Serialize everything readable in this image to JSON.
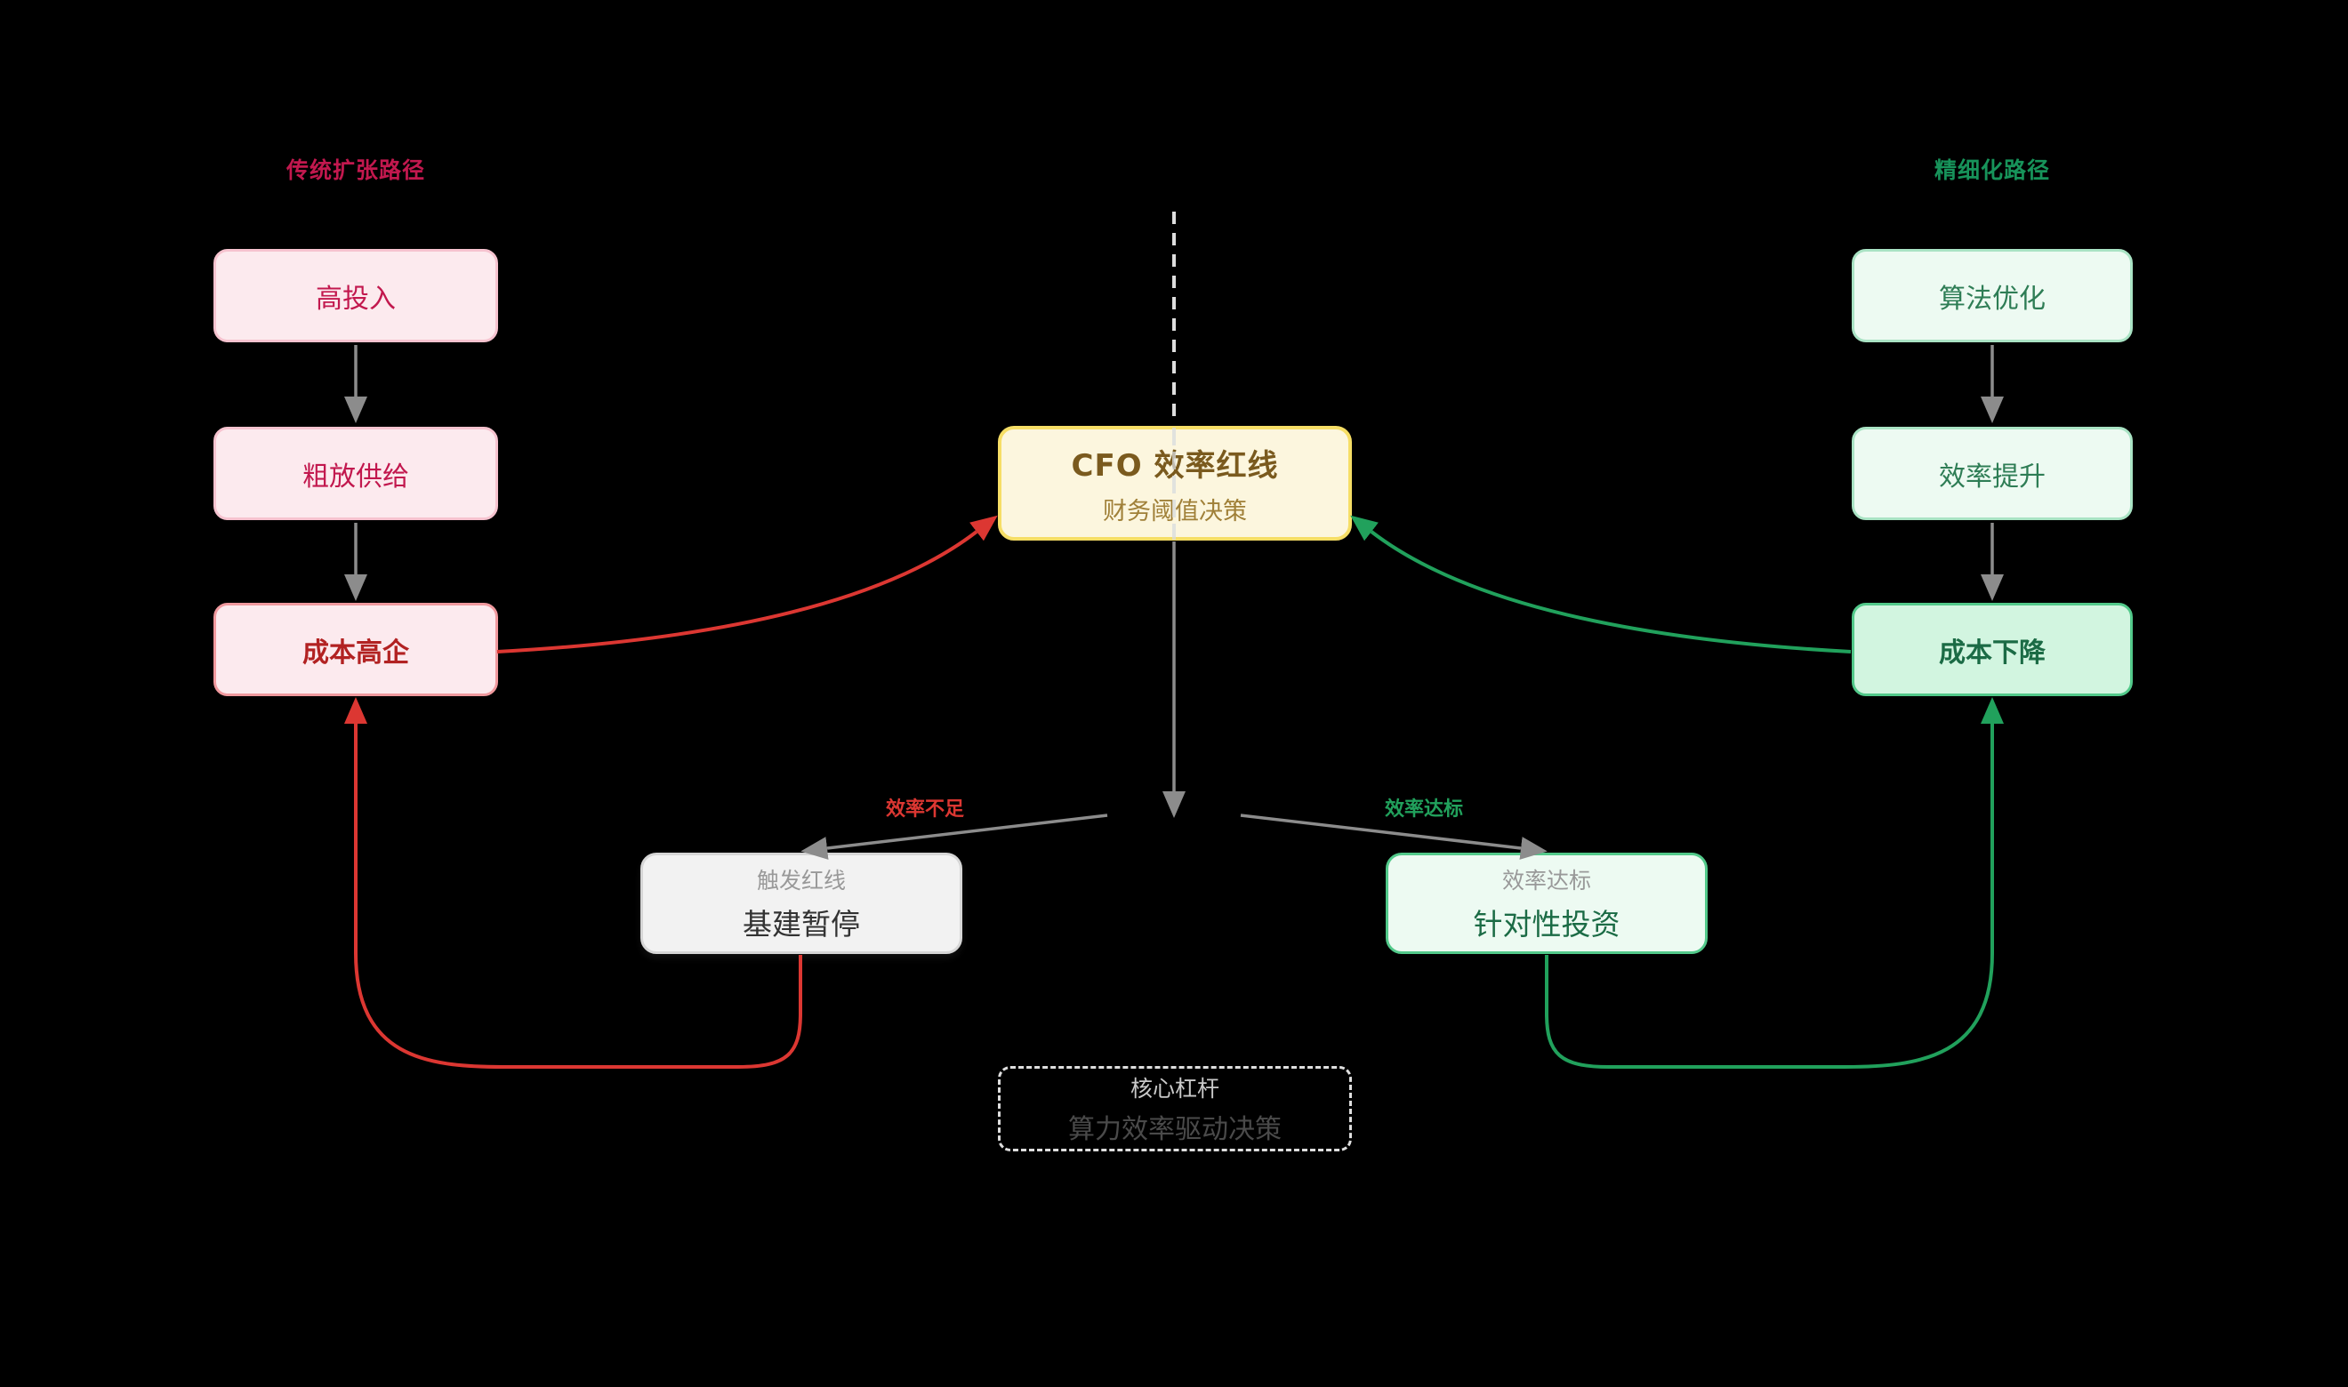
{
  "diagram": {
    "left_path": {
      "title": "传统扩张路径",
      "boxes": [
        {
          "label": "高投入"
        },
        {
          "label": "粗放供给"
        },
        {
          "label": "成本高企"
        }
      ]
    },
    "right_path": {
      "title": "精细化路径",
      "boxes": [
        {
          "label": "算法优化"
        },
        {
          "label": "效率提升"
        },
        {
          "label": "成本下降"
        }
      ]
    },
    "center": {
      "title": "CFO 效率红线",
      "subtitle": "财务阈值决策"
    },
    "branch_labels": {
      "fail": "效率不足",
      "pass": "效率达标"
    },
    "outcomes": {
      "fail": {
        "tag": "触发红线",
        "name": "基建暂停"
      },
      "pass": {
        "tag": "效率达标",
        "name": "针对性投资"
      }
    },
    "lever": {
      "tag": "核心杠杆",
      "name": "算力效率驱动决策"
    }
  },
  "colors": {
    "background": "#000000",
    "red_path": "#C2184E",
    "red_strong": "#B22222",
    "red_arrow": "#DC3732",
    "pink_bg": "#FCEAEE",
    "pink_border": "#F6C3CF",
    "pink_border_strong": "#F0999E",
    "green_path": "#17935A",
    "green_text": "#2E7D55",
    "green_strong": "#1B6B45",
    "green_arrow": "#21A15C",
    "mint_bg": "#EDFAF2",
    "mint_border": "#A9E3C4",
    "mint_bg_strong": "#D2F5E0",
    "mint_border_strong": "#52C98A",
    "yellow_bg": "#FCF6DE",
    "yellow_border": "#F6DE66",
    "brown_title": "#7A5A1E",
    "brown_sub": "#A08038",
    "gray_arrow": "#8C8C8C",
    "gray_bg": "#F2F2F2",
    "gray_border": "#D6D6D6",
    "gray_text": "#999999",
    "dark_text": "#333333",
    "dash_line": "#DEDEDE",
    "lever_tag": "#C9C9C9",
    "lever_name": "#4A4A4A"
  }
}
